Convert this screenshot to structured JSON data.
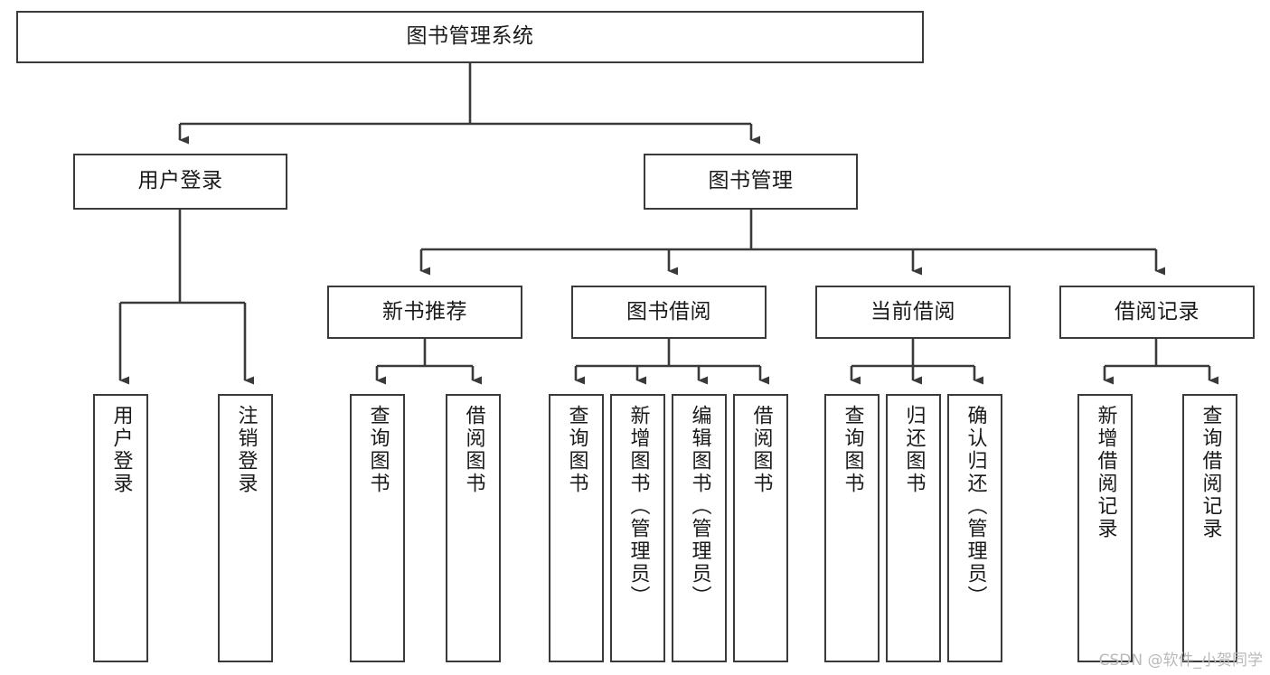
{
  "diagram": {
    "title": "图书管理系统",
    "type": "tree",
    "root": {
      "id": "root",
      "label": "图书管理系统"
    },
    "level1": [
      {
        "id": "user-login",
        "label": "用户登录"
      },
      {
        "id": "book-manage",
        "label": "图书管理"
      }
    ],
    "level2": [
      {
        "id": "new-book-rec",
        "label": "新书推荐",
        "parent": "book-manage"
      },
      {
        "id": "book-borrow",
        "label": "图书借阅",
        "parent": "book-manage"
      },
      {
        "id": "current-borrow",
        "label": "当前借阅",
        "parent": "book-manage"
      },
      {
        "id": "borrow-record",
        "label": "借阅记录",
        "parent": "book-manage"
      }
    ],
    "leaves": [
      {
        "id": "leaf-user-login",
        "label": "用户登录",
        "parent": "user-login"
      },
      {
        "id": "leaf-logout",
        "label": "注销登录",
        "parent": "user-login"
      },
      {
        "id": "leaf-query-book-1",
        "label": "查询图书",
        "parent": "new-book-rec"
      },
      {
        "id": "leaf-borrow-book-1",
        "label": "借阅图书",
        "parent": "new-book-rec"
      },
      {
        "id": "leaf-query-book-2",
        "label": "查询图书",
        "parent": "book-borrow"
      },
      {
        "id": "leaf-add-book",
        "label": "新增图书（管理员）",
        "parent": "book-borrow"
      },
      {
        "id": "leaf-edit-book",
        "label": "编辑图书（管理员）",
        "parent": "book-borrow"
      },
      {
        "id": "leaf-borrow-book-2",
        "label": "借阅图书",
        "parent": "book-borrow"
      },
      {
        "id": "leaf-query-book-3",
        "label": "查询图书",
        "parent": "current-borrow"
      },
      {
        "id": "leaf-return-book",
        "label": "归还图书",
        "parent": "current-borrow"
      },
      {
        "id": "leaf-confirm-return",
        "label": "确认归还（管理员）",
        "parent": "current-borrow"
      },
      {
        "id": "leaf-add-record",
        "label": "新增借阅记录",
        "parent": "borrow-record"
      },
      {
        "id": "leaf-query-record",
        "label": "查询借阅记录",
        "parent": "borrow-record"
      }
    ],
    "colors": {
      "border": "#3a3a3a",
      "text": "#1a1a1a",
      "background": "#ffffff",
      "connector": "#3a3a3a",
      "watermark": "#b9b9b9"
    }
  },
  "watermark": {
    "text": "CSDN @软件_小贺同学"
  }
}
